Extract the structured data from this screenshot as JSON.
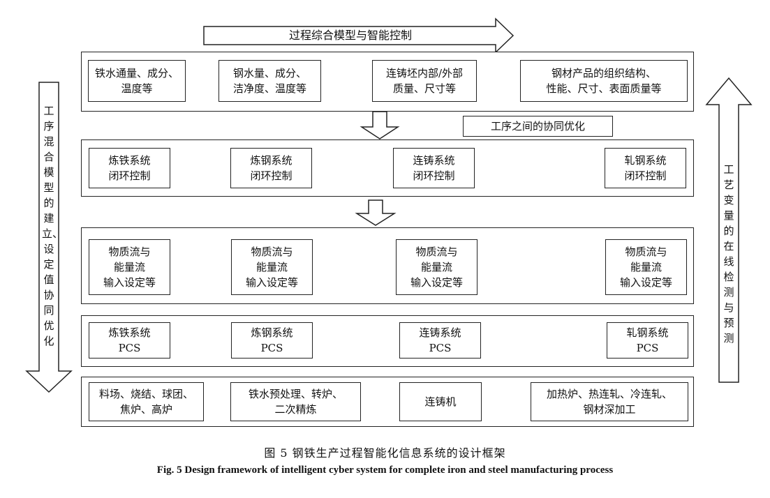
{
  "top_arrow_label": "过程综合模型与智能控制",
  "left_vertical": "工序混合模型的建立、设定值协同优化",
  "right_vertical": "工艺变量的在线检测与预测",
  "row1": [
    "铁水通量、成分、\n温度等",
    "钢水量、成分、\n洁净度、温度等",
    "连铸坯内部/外部\n质量、尺寸等",
    "钢材产品的组织结构、\n性能、尺寸、表面质量等"
  ],
  "coop_label": "工序之间的协同优化",
  "row2": [
    "炼铁系统\n闭环控制",
    "炼钢系统\n闭环控制",
    "连铸系统\n闭环控制",
    "轧钢系统\n闭环控制"
  ],
  "row3": [
    "物质流与\n能量流\n输入设定等",
    "物质流与\n能量流\n输入设定等",
    "物质流与\n能量流\n输入设定等",
    "物质流与\n能量流\n输入设定等"
  ],
  "row4": [
    "炼铁系统\nPCS",
    "炼钢系统\nPCS",
    "连铸系统\nPCS",
    "轧钢系统\nPCS"
  ],
  "row5": [
    "料场、烧结、球团、\n焦炉、高炉",
    "铁水预处理、转炉、\n二次精炼",
    "连铸机",
    "加热炉、热连轧、冷连轧、\n钢材深加工"
  ],
  "caption_cn": "图 5   钢铁生产过程智能化信息系统的设计框架",
  "caption_en": "Fig. 5    Design framework of intelligent cyber system for complete iron and steel manufacturing process"
}
